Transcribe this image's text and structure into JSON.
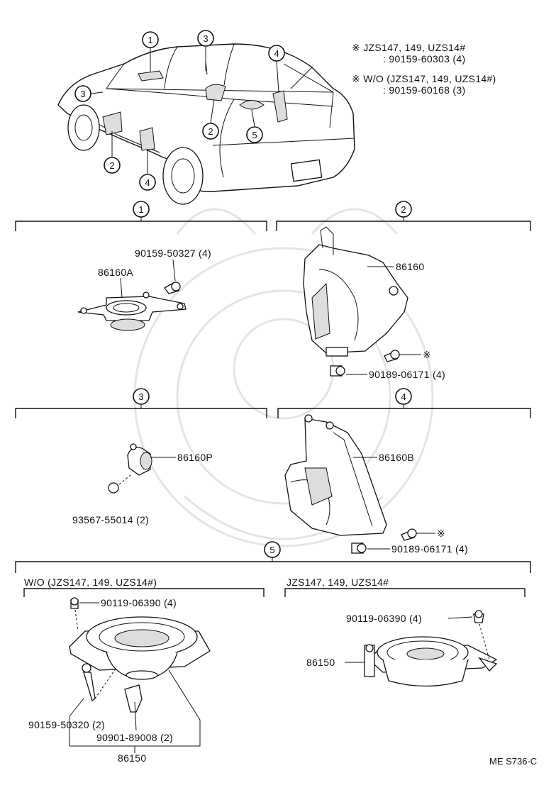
{
  "notes": {
    "note1_line1": "※ JZS147, 149, UZS14#",
    "note1_line2": ": 90159-60303 (4)",
    "note2_line1": "※ W/O (JZS147, 149, UZS14#)",
    "note2_line2": ": 90159-60168 (3)"
  },
  "car_callouts": [
    "1",
    "3",
    "3",
    "4",
    "2",
    "5",
    "2",
    "4"
  ],
  "sections": {
    "s1": {
      "num": "1",
      "parts": [
        "86160A",
        "90159-50327 (4)"
      ]
    },
    "s2": {
      "num": "2",
      "parts": [
        "86160",
        "90189-06171 (4)",
        "※"
      ]
    },
    "s3": {
      "num": "3",
      "parts": [
        "86160P",
        "93567-55014 (2)"
      ]
    },
    "s4": {
      "num": "4",
      "parts": [
        "86160B",
        "90189-06171 (4)",
        "※"
      ]
    },
    "s5": {
      "num": "5",
      "left_title": "W/O (JZS147, 149, UZS14#)",
      "right_title": "JZS147, 149, UZS14#",
      "left_parts": [
        "90119-06390 (4)",
        "90159-50320 (2)",
        "90901-89008 (2)",
        "86150"
      ],
      "right_parts": [
        "90119-06390 (4)",
        "86150"
      ]
    }
  },
  "footer_code": "ME S736-C"
}
